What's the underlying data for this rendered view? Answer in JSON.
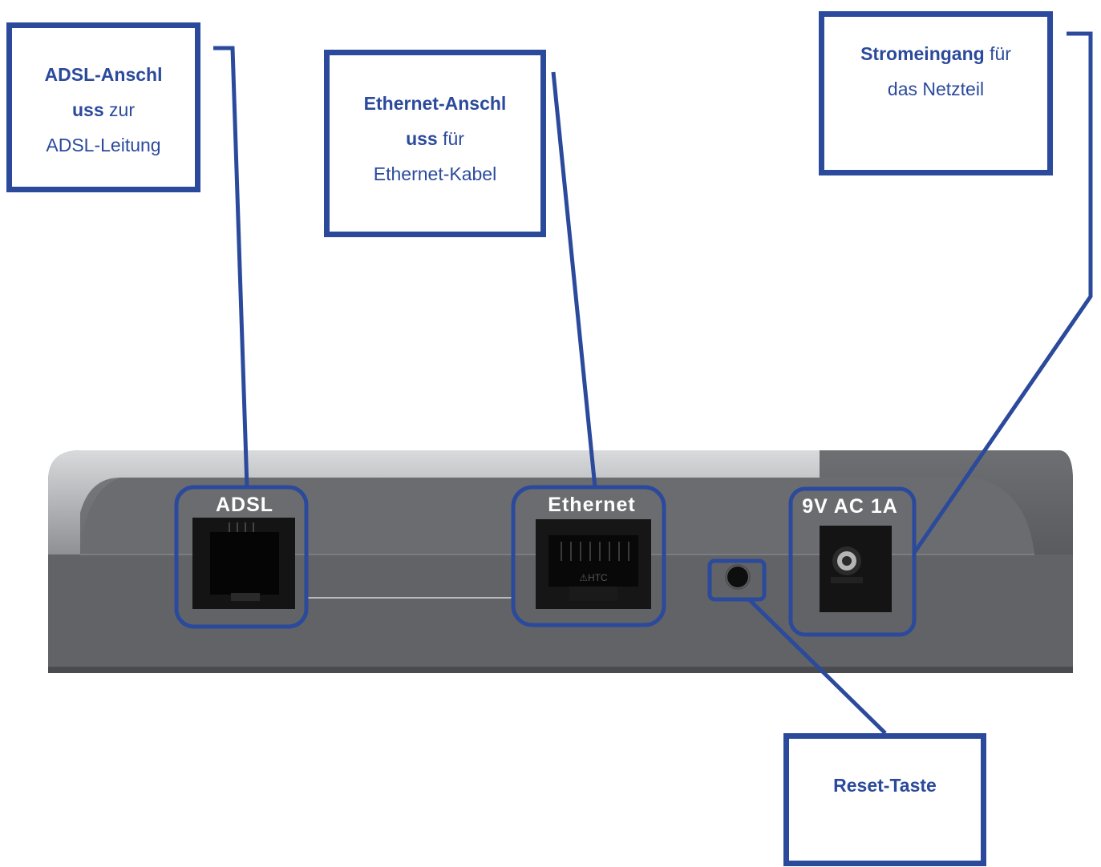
{
  "callouts": {
    "adsl": {
      "line1_bold": "ADSL-Anschl",
      "line2_bold": "uss",
      "line2_rest": " zur",
      "line3": "ADSL-Leitung"
    },
    "ethernet": {
      "line1_bold": "Ethernet-Anschl",
      "line2_bold": "uss",
      "line2_rest": " für",
      "line3": "Ethernet-Kabel"
    },
    "power": {
      "line1_bold": "Stromeingang",
      "line1_rest": " für",
      "line2": "das Netzteil"
    },
    "reset": {
      "line1_bold": "Reset-Taste"
    }
  },
  "device": {
    "port_adsl": "ADSL",
    "port_ethernet": "Ethernet",
    "port_power": "9V AC 1A",
    "jack_mark": "⚠HTC"
  },
  "colors": {
    "accent": "#2b4a9c",
    "device_body": "#6d6e70",
    "device_top": "#b9bbbd",
    "port_black": "#141414"
  }
}
